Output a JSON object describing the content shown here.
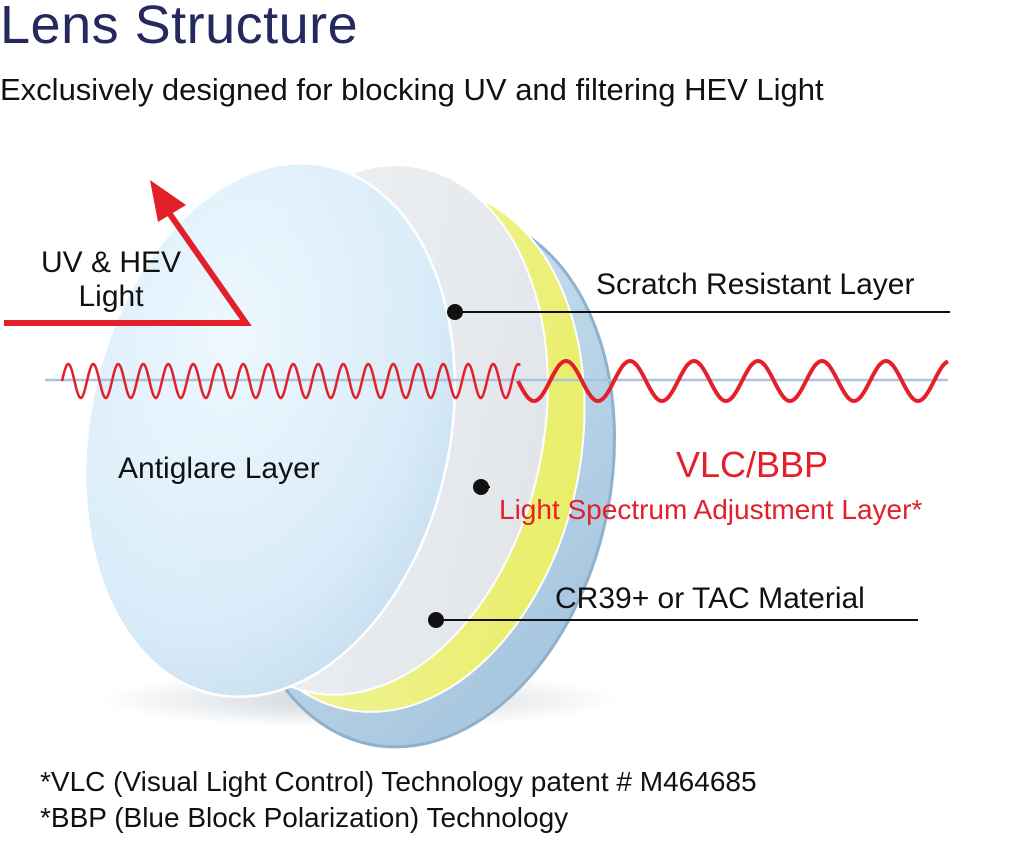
{
  "header": {
    "title": "Lens Structure",
    "subtitle": "Exclusively designed for blocking UV and filtering HEV Light"
  },
  "diagram": {
    "incoming_light_label": "UV & HEV Light",
    "layers": {
      "scratch": "Scratch Resistant Layer",
      "antiglare": "Antiglare Layer",
      "vlc_title": "VLC/BBP",
      "vlc_subtitle": "Light Spectrum Adjustment Layer*",
      "material": "CR39+ or TAC Material"
    },
    "colors": {
      "title": "#25295f",
      "accent_red": "#e3202a",
      "antiglare_layer": "#dcefff",
      "scratch_layer": "#e9ecf0",
      "vlc_layer": "#eef27a",
      "material_layer": "#b7d3e8"
    }
  },
  "footnotes": [
    "*VLC (Visual Light Control) Technology patent # M464685",
    "*BBP (Blue Block Polarization) Technology"
  ]
}
